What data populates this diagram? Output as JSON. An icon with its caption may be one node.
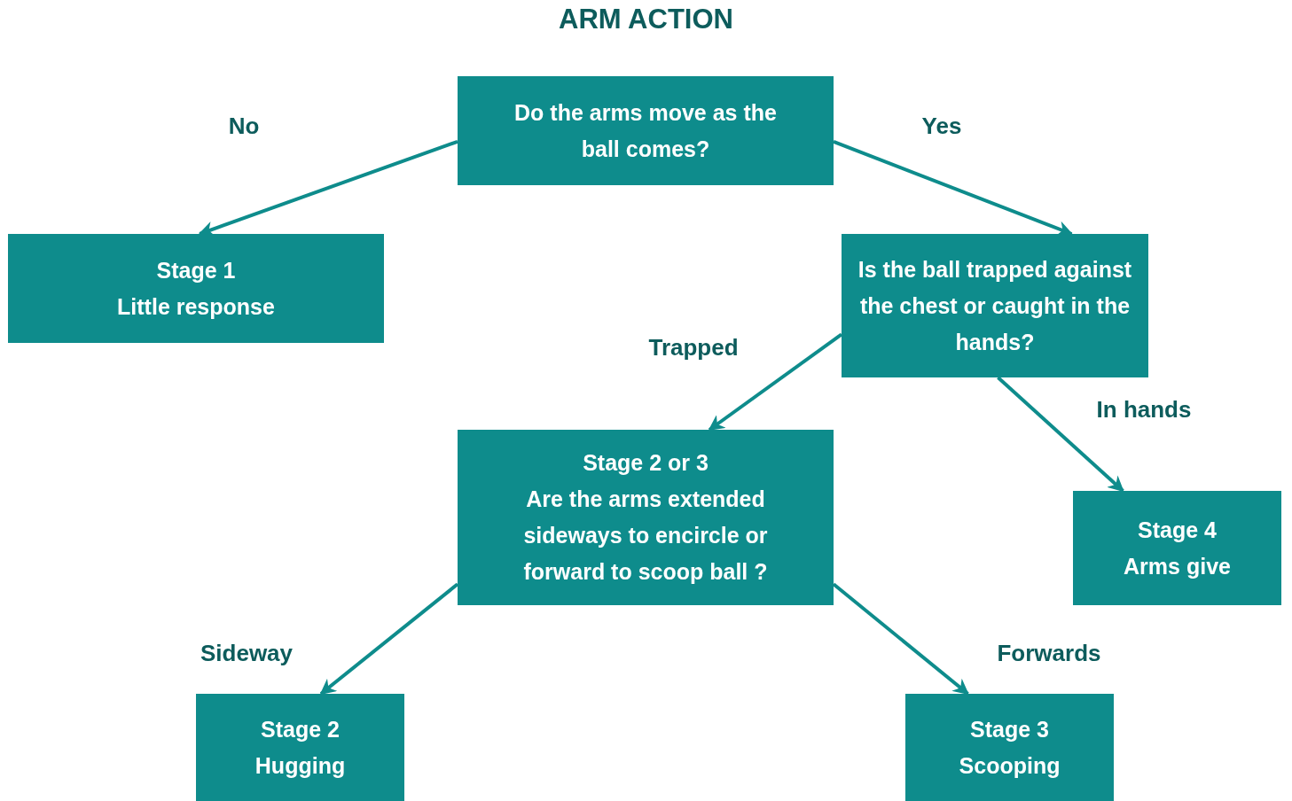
{
  "diagram": {
    "title": "ARM ACTION",
    "nodes": [
      {
        "text": [
          "Do the arms move as the ball comes?"
        ]
      },
      {
        "text": [
          "Stage 1",
          "Little response"
        ]
      },
      {
        "text": [
          "Is the ball trapped against the chest or caught in the hands?"
        ]
      },
      {
        "text": [
          "Stage 2 or 3",
          "Are the arms extended sideways to encircle or forward to scoop ball ?"
        ]
      },
      {
        "text": [
          "Stage 4",
          "Arms give"
        ]
      },
      {
        "text": [
          "Stage 2",
          "Hugging"
        ]
      },
      {
        "text": [
          "Stage 3",
          "Scooping"
        ]
      }
    ],
    "edges": [
      {
        "from": 0,
        "to": 1,
        "arrow": "to",
        "label": "No"
      },
      {
        "from": 0,
        "to": 2,
        "arrow": "to",
        "label": "Yes"
      },
      {
        "from": 2,
        "to": 3,
        "arrow": "to",
        "label": "Trapped"
      },
      {
        "from": 2,
        "to": 4,
        "arrow": "to",
        "label": "In hands"
      },
      {
        "from": 3,
        "to": 5,
        "arrow": "to",
        "label": "Sideway"
      },
      {
        "from": 3,
        "to": 6,
        "arrow": "to",
        "label": "Forwards"
      }
    ]
  }
}
